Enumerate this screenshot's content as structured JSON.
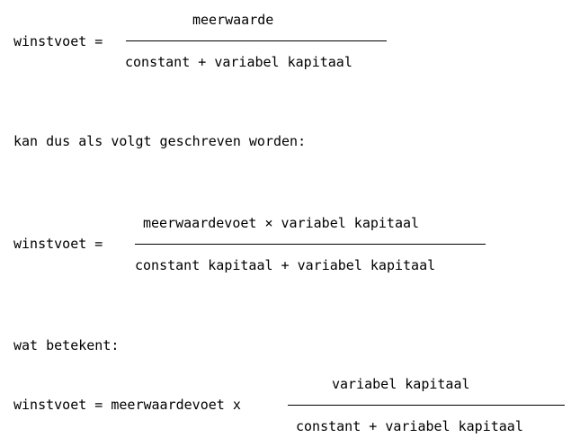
{
  "document": {
    "language": "nl",
    "background_color": "#ffffff",
    "text_color": "#000000",
    "blocks": [
      {
        "type": "equation",
        "name": "profit-rate-definition",
        "lhs": "winstvoet =",
        "numerator": "meerwaarde",
        "denominator": "constant + variabel kapitaal"
      },
      {
        "type": "prose",
        "name": "transition-sentence-1",
        "text": "kan dus als volgt geschreven worden:"
      },
      {
        "type": "equation",
        "name": "profit-rate-expanded",
        "lhs": "winstvoet =",
        "numerator": "meerwaardevoet × variabel kapitaal",
        "denominator": "constant kapitaal + variabel kapitaal"
      },
      {
        "type": "prose",
        "name": "transition-sentence-2",
        "text": "wat betekent:"
      },
      {
        "type": "equation",
        "name": "profit-rate-factored",
        "lhs": "winstvoet = meerwaardevoet x",
        "numerator": "variabel kapitaal",
        "denominator": "constant + variabel kapitaal"
      }
    ]
  }
}
